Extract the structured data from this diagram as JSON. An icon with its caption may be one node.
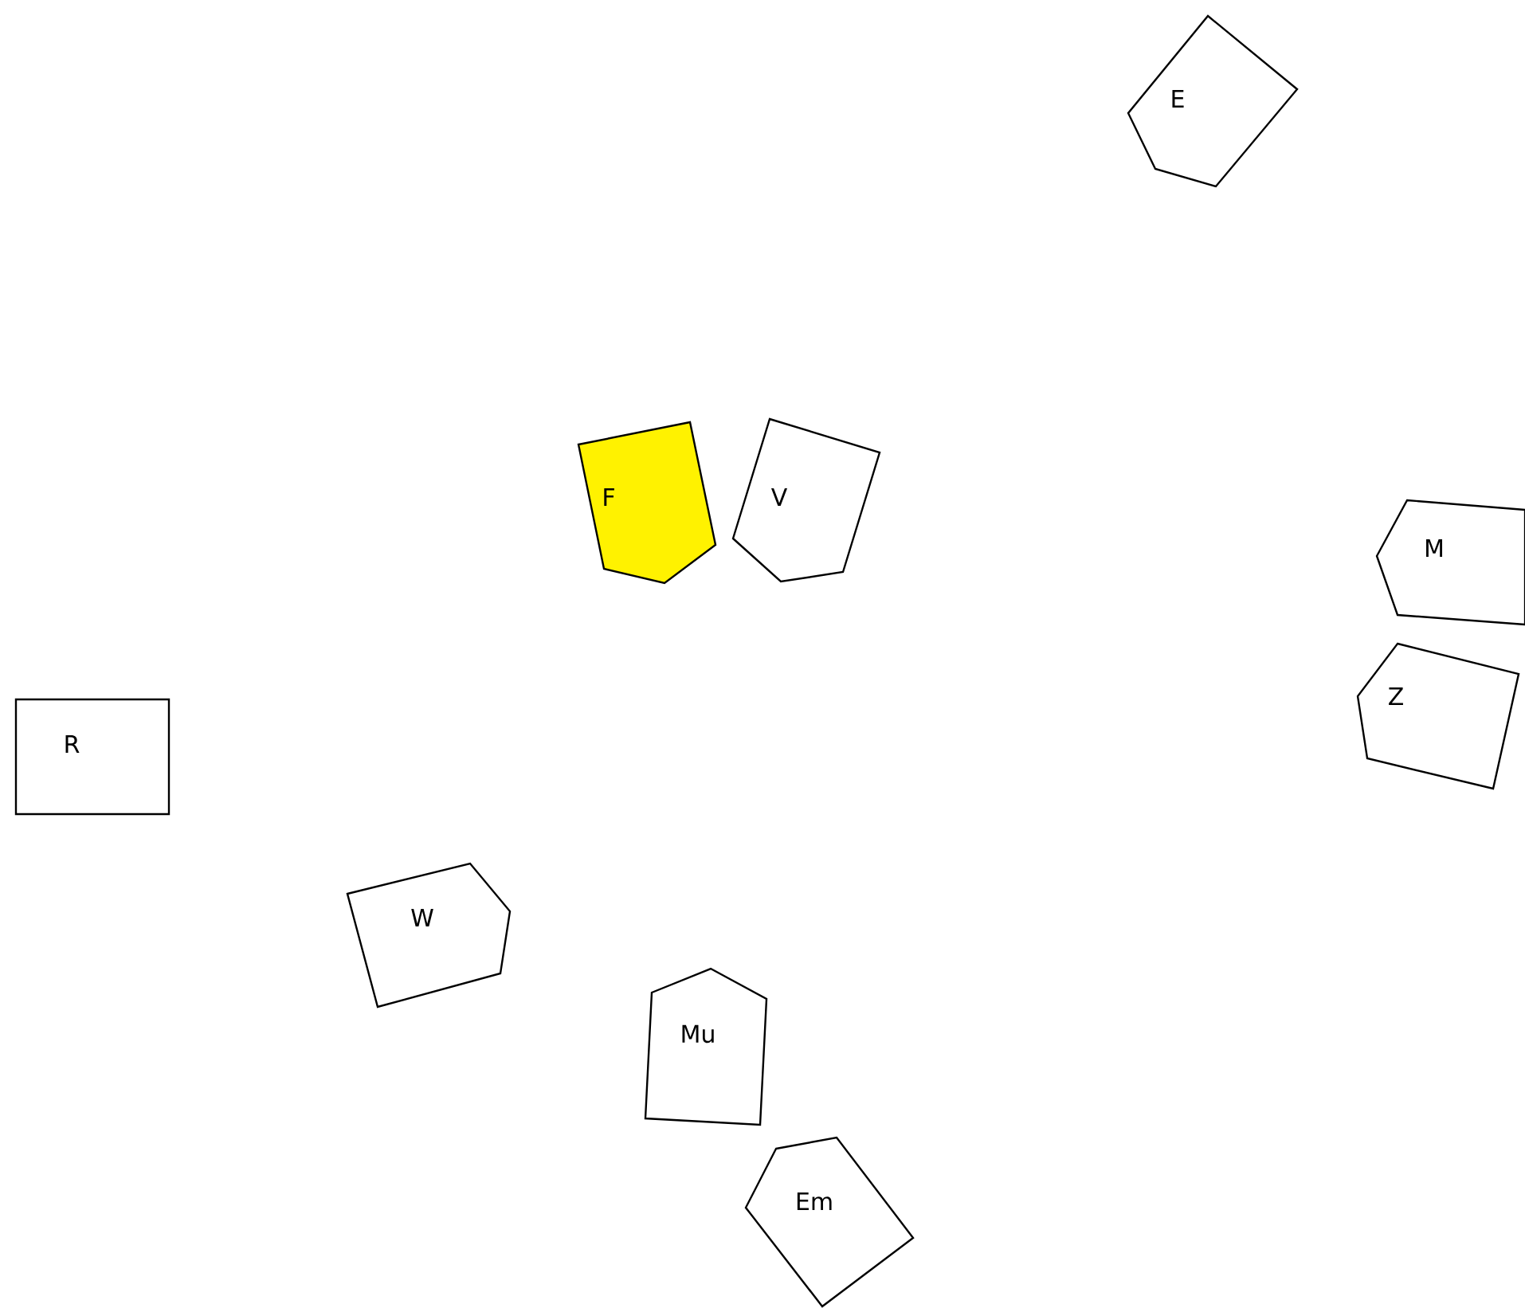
{
  "diagram": {
    "nodes": [
      {
        "text": [
          "E"
        ]
      },
      {
        "text": [
          "F"
        ]
      },
      {
        "text": [
          "V"
        ]
      },
      {
        "text": [
          "M"
        ]
      },
      {
        "text": [
          "Z"
        ]
      },
      {
        "text": [
          "R"
        ]
      },
      {
        "text": [
          "W"
        ]
      },
      {
        "text": [
          "Mu"
        ]
      },
      {
        "text": [
          "Em"
        ]
      }
    ]
  }
}
